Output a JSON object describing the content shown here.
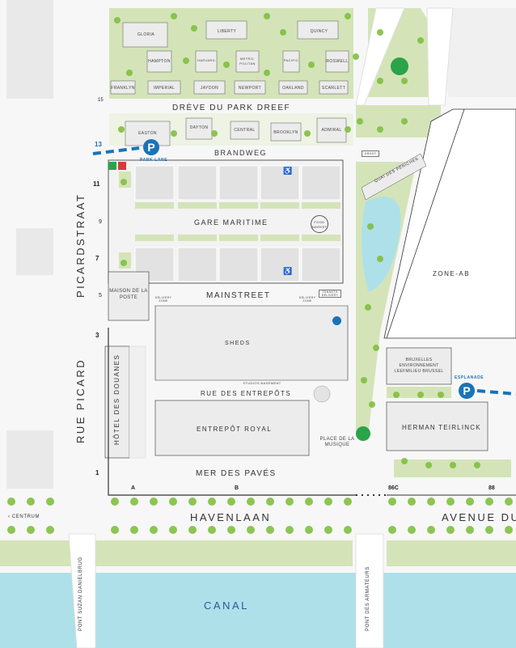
{
  "streets": {
    "dreve": "DRÈVE DU PARK DREEF",
    "brandweg": "BRANDWEG",
    "mainstreet": "MAINSTREET",
    "rue_entrepots": "RUE DES ENTREPÔTS",
    "mer_paves": "MER DES PAVÉS",
    "havenlaan": "HAVENLAAN",
    "avenue": "AVENUE DU",
    "picardstraat": "PICARDSTRAAT",
    "rue_picard": "RUE PICARD",
    "pont_suzan": "PONT SUZAN DANIELBRUG",
    "pont_armateurs": "PONT DES ARMATEURS",
    "park_lane": "PARK LANE",
    "esplanade": "ESPLANADE",
    "quai": "QUAI DES PÉNICHES",
    "place_musique": "PLACE DE LA MUSIQUE",
    "centrum": "CENTRUM"
  },
  "water": {
    "canal": "CANAL"
  },
  "buildings": {
    "gloria": "GLORIA",
    "liberty": "LIBERTY",
    "quincy": "QUINCY",
    "hampton": "HAMPTON",
    "harvard": "HARVARD",
    "metro": "METRO-POLITAN",
    "pacific": "PACIFIC",
    "roswell": "ROSWELL",
    "franklyn": "FRANKLYN",
    "imperial": "IMPERIAL",
    "jaydon": "JAYDON",
    "newport": "NEWPORT",
    "oakland": "OAKLAND",
    "scarlett": "SCARLETT",
    "easton": "EASTON",
    "dayton": "DAYTON",
    "central": "CENTRAL",
    "brooklyn": "BROOKLYN",
    "admiral": "ADMIRAL",
    "gare_maritime": "GARE MARITIME",
    "maison_poste": "MAISON DE LA POSTE",
    "sheds": "SHEDS",
    "entrepot_royal": "ENTREPÔT ROYAL",
    "hotel_douanes": "HÔTEL DES DOUANES",
    "zone_ab": "ZONE-AB",
    "bruxelles_env": "BRUXELLES ENVIRONNEMENT LEEFMILIEU BRUSSEL",
    "herman": "HERMAN TEIRLINCK",
    "food_market": "FOOD MARKET",
    "delivery": "DELIVERY ZONE",
    "tenants": "TENANTS DELIVERY",
    "groot": "GROOT",
    "studios": "STUDIOS BASEMENT"
  },
  "numbers": {
    "n15": "15",
    "n13": "13",
    "n11": "11",
    "n9": "9",
    "n7": "7",
    "n5": "5",
    "n3": "3",
    "n1": "1",
    "a": "A",
    "b": "B",
    "c86": "86C",
    "n88": "88"
  },
  "parking": {
    "letter": "P"
  },
  "colors": {
    "park": "#d4e4b8",
    "canal": "#aee0ea",
    "building": "#ececec",
    "tree": "#7fbf3f",
    "parking": "#1a73b8",
    "dash": "#1a73b8"
  }
}
